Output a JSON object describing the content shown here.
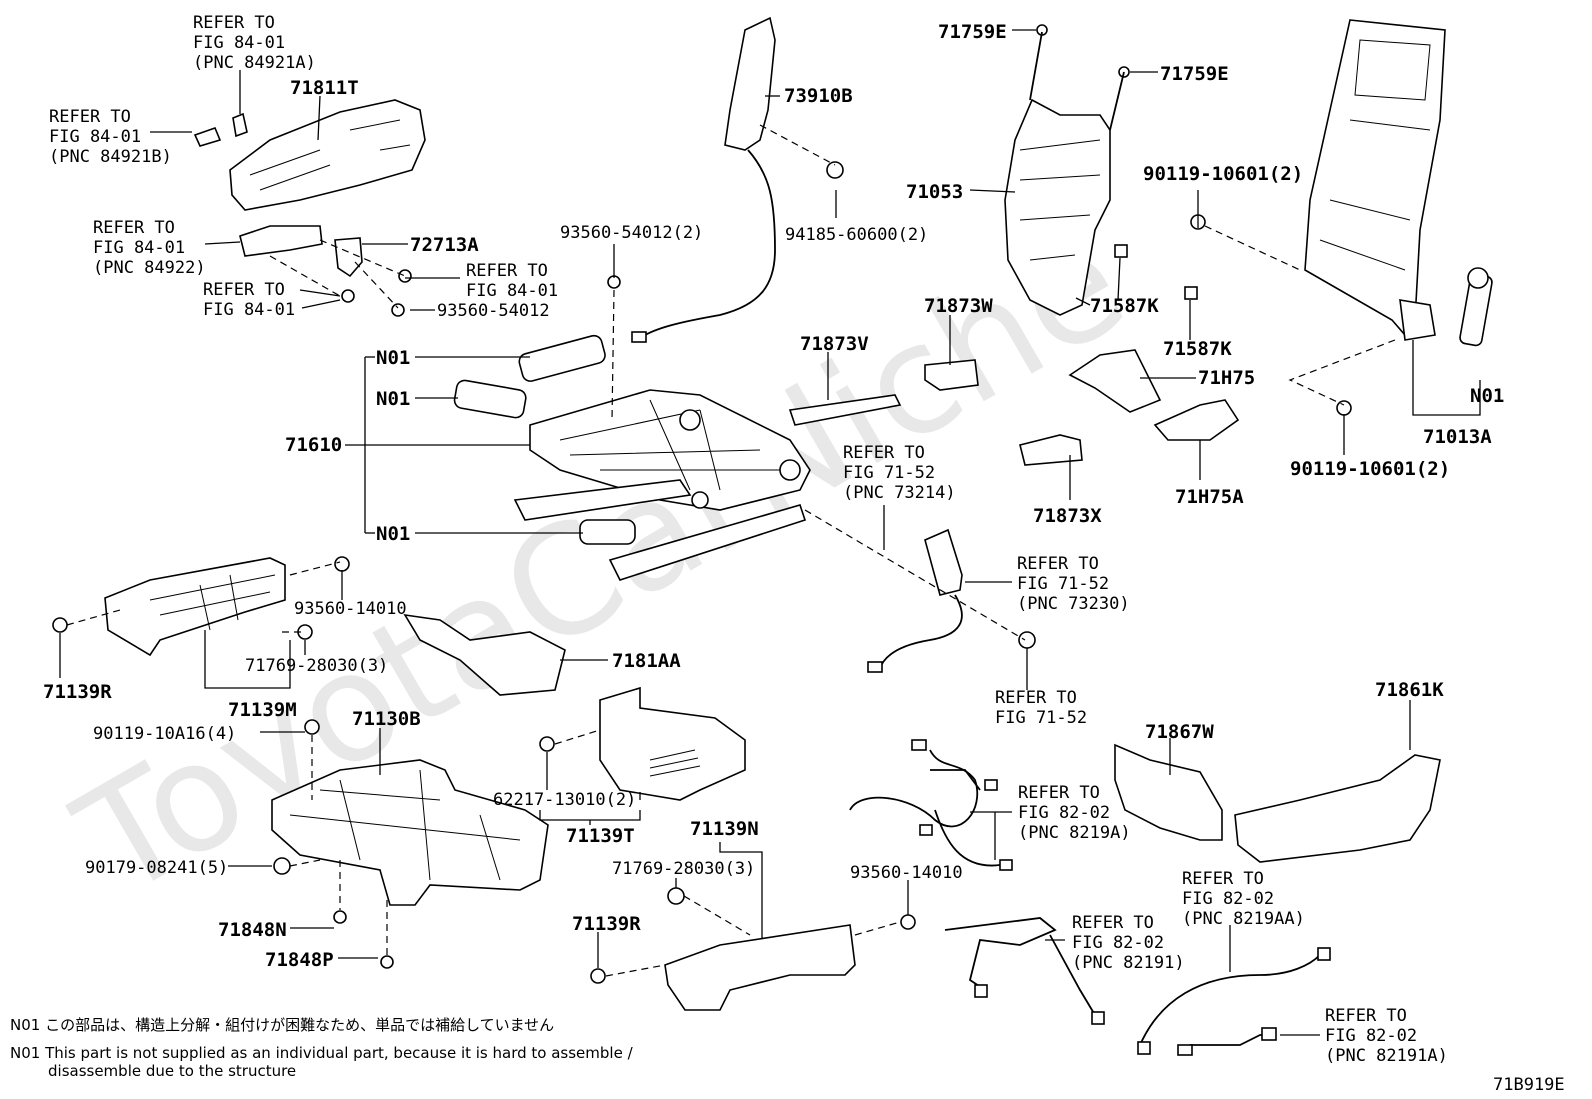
{
  "watermark": "ToyotaCarNiche",
  "diagram_code": "71B919E",
  "part_labels": {
    "p71811T": "71811T",
    "p72713A": "72713A",
    "p73910B": "73910B",
    "p71759E_a": "71759E",
    "p71759E_b": "71759E",
    "p71053": "71053",
    "p90119_10601_a": "90119-10601(2)",
    "p90119_10601_b": "90119-10601(2)",
    "p93560_54012_a": "93560-54012(2)",
    "p93560_54012_b": "93560-54012",
    "p94185": "94185-60600(2)",
    "p71587K_a": "71587K",
    "p71587K_b": "71587K",
    "p71873W": "71873W",
    "p71873V": "71873V",
    "p71H75": "71H75",
    "p71H75A": "71H75A",
    "p71873X": "71873X",
    "p71610": "71610",
    "pN01_a": "N01",
    "pN01_b": "N01",
    "pN01_c": "N01",
    "pN01_d": "N01",
    "p71013A": "71013A",
    "p93560_14010_a": "93560-14010",
    "p93560_14010_b": "93560-14010",
    "p71769_a": "71769-28030(3)",
    "p71769_b": "71769-28030(3)",
    "p71139R_a": "71139R",
    "p71139R_b": "71139R",
    "p71139M": "71139M",
    "p7181AA": "7181AA",
    "p90119_10A16": "90119-10A16(4)",
    "p71130B": "71130B",
    "p62217": "62217-13010(2)",
    "p71139T": "71139T",
    "p71139N": "71139N",
    "p90179": "90179-08241(5)",
    "p71848N": "71848N",
    "p71848P": "71848P",
    "p71861K": "71861K",
    "p71867W": "71867W"
  },
  "refer_blocks": {
    "r1": [
      "REFER TO",
      "FIG 84-01",
      "(PNC 84921A)"
    ],
    "r2": [
      "REFER TO",
      "FIG 84-01",
      "(PNC 84921B)"
    ],
    "r3": [
      "REFER TO",
      "FIG 84-01",
      "(PNC 84922)"
    ],
    "r4": [
      "REFER TO",
      "FIG 84-01"
    ],
    "r5": [
      "REFER TO",
      "FIG 84-01"
    ],
    "r6": [
      "REFER TO",
      "FIG 71-52",
      "(PNC 73214)"
    ],
    "r7": [
      "REFER TO",
      "FIG 71-52",
      "(PNC 73230)"
    ],
    "r8": [
      "REFER TO",
      "FIG 71-52"
    ],
    "r9": [
      "REFER TO",
      "FIG 82-02",
      "(PNC 8219A)"
    ],
    "r10": [
      "REFER TO",
      "FIG 82-02",
      "(PNC 8219AA)"
    ],
    "r11": [
      "REFER TO",
      "FIG 82-02",
      "(PNC 82191)"
    ],
    "r12": [
      "REFER TO",
      "FIG 82-02",
      "(PNC 82191A)"
    ]
  },
  "notes": {
    "jp": "N01 この部品は、構造上分解・組付けが困難なため、単品では補給していません",
    "en_line1": "N01 This part is not supplied as an individual part, because it is hard to assemble /",
    "en_line2": "disassemble due to the structure"
  }
}
